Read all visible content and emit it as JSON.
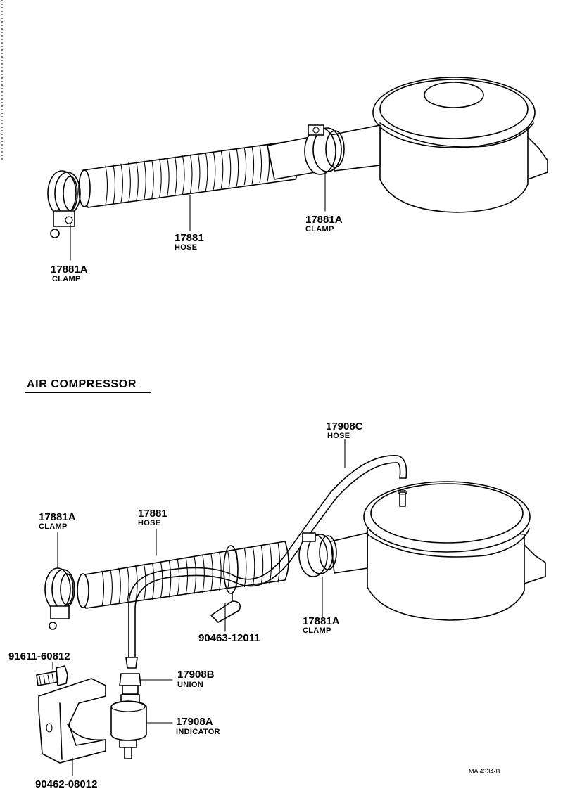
{
  "top": {
    "clamp_left": {
      "number": "17881A",
      "name": "CLAMP"
    },
    "hose": {
      "number": "17881",
      "name": "HOSE"
    },
    "clamp_right": {
      "number": "17881A",
      "name": "CLAMP"
    }
  },
  "air_compressor": {
    "title": "AIR COMPRESSOR",
    "hose_c": {
      "number": "17908C",
      "name": "HOSE"
    },
    "clamp_left": {
      "number": "17881A",
      "name": "CLAMP"
    },
    "hose": {
      "number": "17881",
      "name": "HOSE"
    },
    "clip": {
      "number": "90463-12011"
    },
    "clamp_right": {
      "number": "17881A",
      "name": "CLAMP"
    },
    "bolt": {
      "number": "91611-60812"
    },
    "union": {
      "number": "17908B",
      "name": "UNION"
    },
    "indicator": {
      "number": "17908A",
      "name": "INDICATOR"
    },
    "bracket": {
      "number": "90462-08012"
    }
  },
  "reference": "MA 4334-B"
}
